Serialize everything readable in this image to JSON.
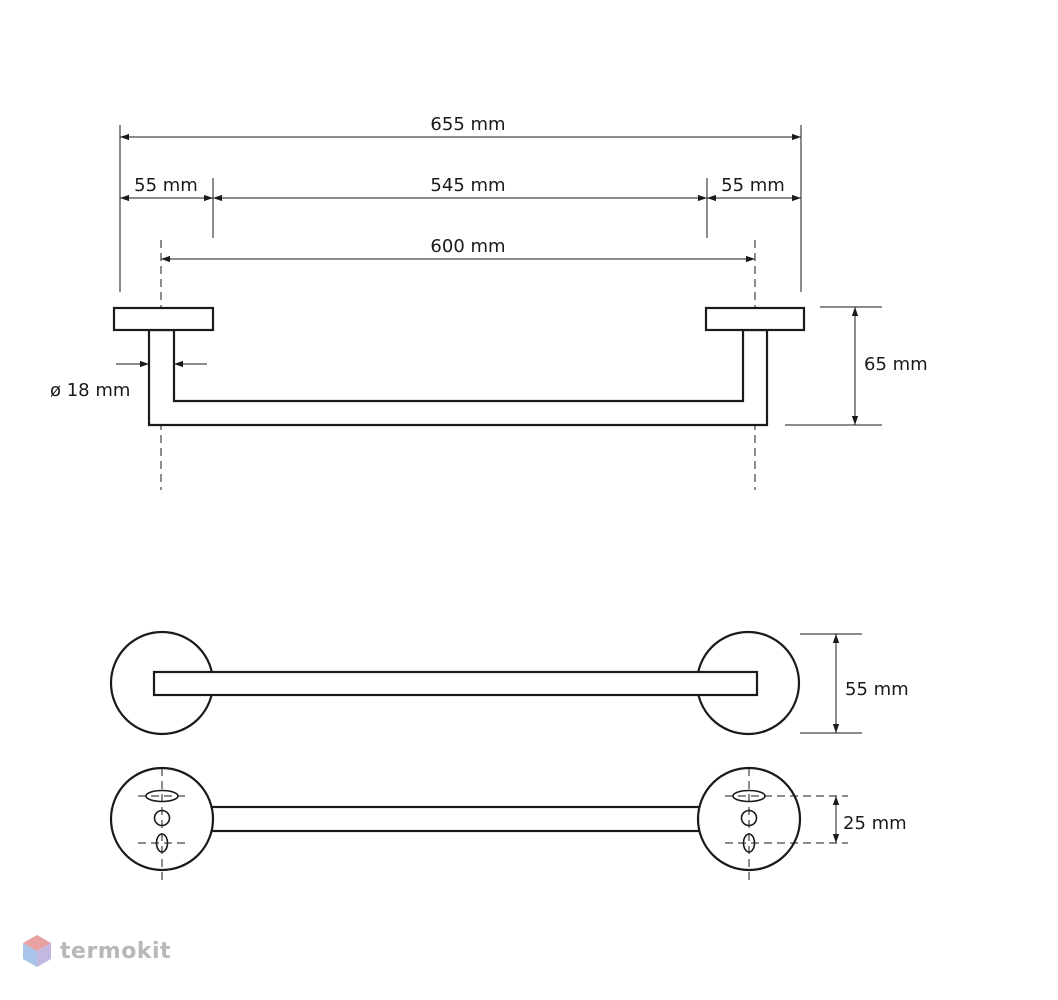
{
  "dimensions": {
    "overall_width": "655 mm",
    "left_flange_width": "55 mm",
    "inner_width": "545 mm",
    "right_flange_width": "55 mm",
    "center_distance": "600 mm",
    "tube_diameter": "ø 18 mm",
    "projection_depth": "65 mm",
    "flange_diameter": "55 mm",
    "hole_spacing": "25 mm"
  },
  "watermark": {
    "text": "termokit",
    "colors": [
      "#e8a0a0",
      "#a8c4e8",
      "#c4b8e0"
    ]
  }
}
